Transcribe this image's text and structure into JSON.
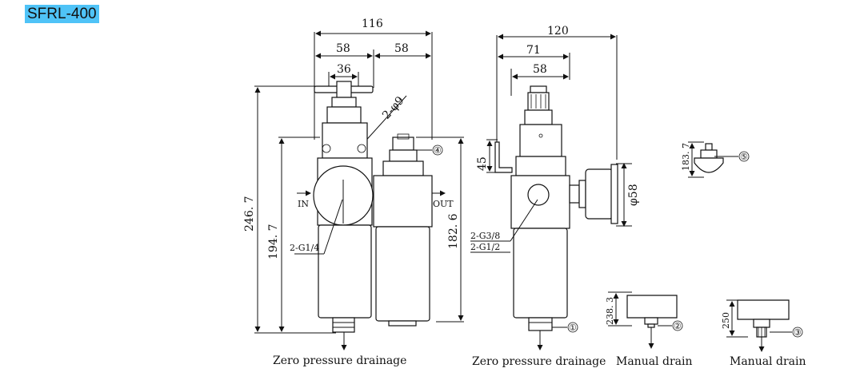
{
  "model": "SFRL-400",
  "dimensions": {
    "total_width": "116",
    "left_width": "58",
    "right_width": "58",
    "knob_width": "36",
    "mount_hole": "2-φ9",
    "total_height": "246. 7",
    "body_height": "194. 7",
    "lubricator_height": "182. 6",
    "side_total_width": "120",
    "side_offset": "71",
    "side_body_width": "58",
    "bracket_height": "45",
    "gauge_diameter": "φ58",
    "cap_height": "183. 7",
    "manual_drain_height_1": "238. 3",
    "manual_drain_height_2": "250"
  },
  "ports": {
    "in": "IN",
    "out": "OUT",
    "front_thread": "2-G1/4",
    "side_thread_1": "2-G3/8",
    "side_thread_2": "2-G1/2"
  },
  "callouts": [
    "①",
    "②",
    "③",
    "④",
    "⑤"
  ],
  "captions": {
    "front": "Zero pressure drainage",
    "side": "Zero pressure drainage",
    "detail_2": "Manual drain",
    "detail_3": "Manual drain"
  }
}
